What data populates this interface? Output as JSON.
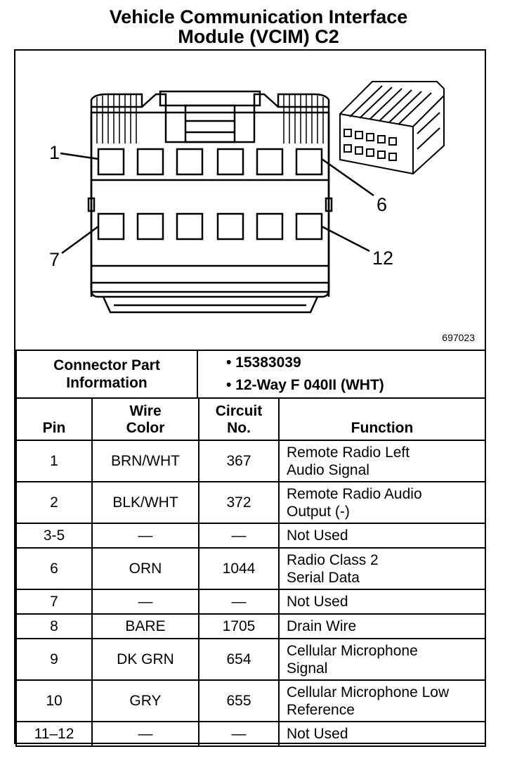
{
  "title": {
    "line1": "Vehicle Communication Interface",
    "line2": "Module (VCIM) C2"
  },
  "diagram": {
    "callouts": {
      "pin1": "1",
      "pin6": "6",
      "pin7": "7",
      "pin12": "12"
    },
    "figure_id": "697023"
  },
  "connector_info": {
    "label_line1": "Connector Part",
    "label_line2": "Information",
    "part_number": "•  15383039",
    "description": "•  12-Way F 040II (WHT)"
  },
  "pin_table": {
    "headers": {
      "pin": "Pin",
      "wire_color_line1": "Wire",
      "wire_color_line2": "Color",
      "circuit_line1": "Circuit",
      "circuit_line2": "No.",
      "function": "Function"
    },
    "rows": [
      {
        "pin": "1",
        "wire": "BRN/WHT",
        "circuit": "367",
        "function": "Remote Radio Left\nAudio Signal"
      },
      {
        "pin": "2",
        "wire": "BLK/WHT",
        "circuit": "372",
        "function": "Remote Radio Audio\nOutput (-)"
      },
      {
        "pin": "3-5",
        "wire": "—",
        "circuit": "—",
        "function": "Not Used"
      },
      {
        "pin": "6",
        "wire": "ORN",
        "circuit": "1044",
        "function": "Radio Class 2\nSerial Data"
      },
      {
        "pin": "7",
        "wire": "—",
        "circuit": "—",
        "function": "Not Used"
      },
      {
        "pin": "8",
        "wire": "BARE",
        "circuit": "1705",
        "function": "Drain Wire"
      },
      {
        "pin": "9",
        "wire": "DK GRN",
        "circuit": "654",
        "function": "Cellular Microphone\nSignal"
      },
      {
        "pin": "10",
        "wire": "GRY",
        "circuit": "655",
        "function": "Cellular Microphone Low\nReference"
      },
      {
        "pin": "11–12",
        "wire": "—",
        "circuit": "—",
        "function": "Not Used"
      }
    ]
  }
}
